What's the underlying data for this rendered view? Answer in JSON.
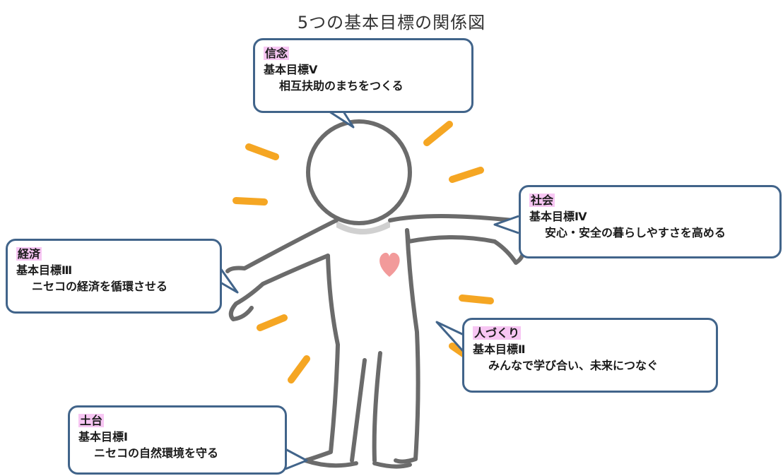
{
  "title": "5つの基本目標の関係図",
  "goals": [
    {
      "category": "信念",
      "goal": "基本目標Ⅴ",
      "desc": "相互扶助のまちをつくる"
    },
    {
      "category": "社会",
      "goal": "基本目標Ⅳ",
      "desc": "安心・安全の暮らしやすさを高める"
    },
    {
      "category": "経済",
      "goal": "基本目標Ⅲ",
      "desc": "ニセコの経済を循環させる"
    },
    {
      "category": "人づくり",
      "goal": "基本目標Ⅱ",
      "desc": "みんなで学び合い、未来につなぐ"
    },
    {
      "category": "土台",
      "goal": "基本目標Ⅰ",
      "desc": "ニセコの自然環境を守る"
    }
  ],
  "colors": {
    "bubble_border": "#41648a",
    "category_highlight": "#f7c6f3",
    "figure_stroke": "#6b6b6b",
    "rays": "#f5a623",
    "heart": "#f29a9a",
    "collar": "#d0d0d0"
  }
}
